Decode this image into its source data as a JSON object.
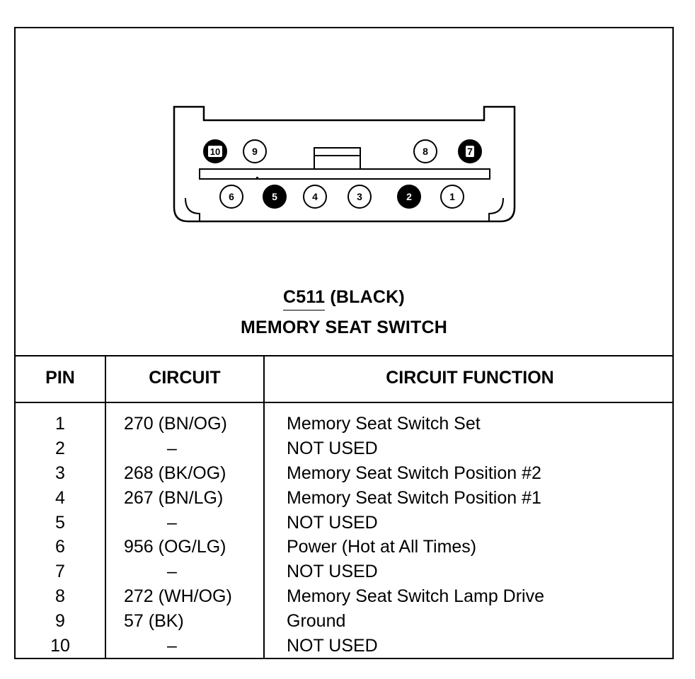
{
  "connector": {
    "id": "C511",
    "color": "(BLACK)",
    "name": "MEMORY SEAT SWITCH",
    "cavities_top": [
      {
        "pin": "10",
        "filled": true
      },
      {
        "pin": "9",
        "filled": false
      },
      {
        "pin": "8",
        "filled": false
      },
      {
        "pin": "7",
        "filled": true
      }
    ],
    "cavities_bottom": [
      {
        "pin": "6",
        "filled": false
      },
      {
        "pin": "5",
        "filled": true
      },
      {
        "pin": "4",
        "filled": false
      },
      {
        "pin": "3",
        "filled": false
      },
      {
        "pin": "2",
        "filled": true
      },
      {
        "pin": "1",
        "filled": false
      }
    ]
  },
  "table": {
    "headers": {
      "pin": "PIN",
      "circuit": "CIRCUIT",
      "function": "CIRCUIT FUNCTION"
    },
    "rows": [
      {
        "pin": "1",
        "circuit": "270 (BN/OG)",
        "function": "Memory Seat Switch Set"
      },
      {
        "pin": "2",
        "circuit": "–",
        "function": "NOT USED"
      },
      {
        "pin": "3",
        "circuit": "268 (BK/OG)",
        "function": "Memory Seat Switch Position #2"
      },
      {
        "pin": "4",
        "circuit": "267 (BN/LG)",
        "function": "Memory Seat Switch Position #1"
      },
      {
        "pin": "5",
        "circuit": "–",
        "function": "NOT USED"
      },
      {
        "pin": "6",
        "circuit": "956 (OG/LG)",
        "function": "Power (Hot at All Times)"
      },
      {
        "pin": "7",
        "circuit": "–",
        "function": "NOT USED"
      },
      {
        "pin": "8",
        "circuit": "272 (WH/OG)",
        "function": "Memory Seat Switch Lamp Drive"
      },
      {
        "pin": "9",
        "circuit": "57 (BK)",
        "function": "Ground"
      },
      {
        "pin": "10",
        "circuit": "–",
        "function": "NOT USED"
      }
    ]
  }
}
